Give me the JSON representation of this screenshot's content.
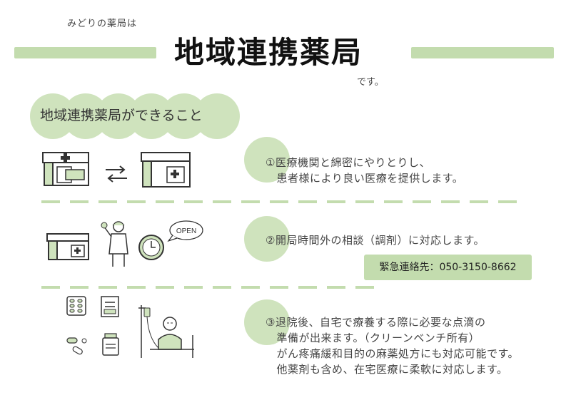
{
  "header": {
    "subtitle": "みどりの薬局は",
    "title": "地域連携薬局",
    "suffix": "です。"
  },
  "section_heading": "地域連携薬局ができること",
  "items": [
    {
      "lines": [
        "①医療機関と綿密にやりとりし、",
        "　患者様により良い医療を提供します。"
      ]
    },
    {
      "lines": [
        "②開局時間外の相談（調剤）に対応します。"
      ]
    },
    {
      "lines": [
        "③退院後、自宅で療養する際に必要な点滴の",
        "　準備が出来ます。（クリーンベンチ所有）",
        "　がん疼痛緩和目的の麻薬処方にも対応可能です。",
        "　他薬剤も含め、在宅医療に柔軟に対応します。"
      ]
    }
  ],
  "open_sign": "OPEN",
  "emergency_contact": "緊急連絡先：050-3150-8662",
  "colors": {
    "accent": "#c3dcae",
    "accent_light": "#cfe3bd",
    "text": "#333333"
  }
}
